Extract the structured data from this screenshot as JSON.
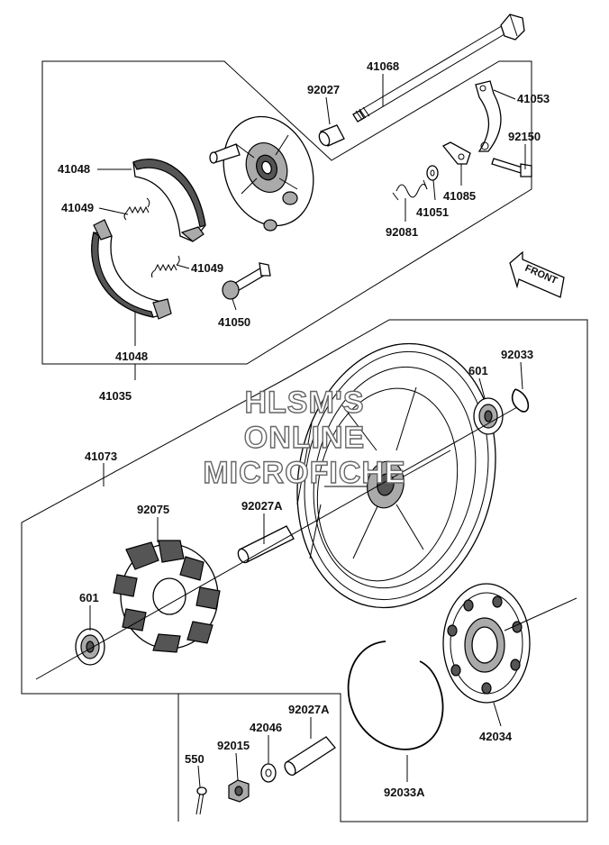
{
  "watermark": {
    "line1": "HLSM'S",
    "line2": "ONLINE",
    "line3": "MICROFICHE"
  },
  "front_arrow": {
    "label": "FRONT"
  },
  "labels": {
    "p41068": "41068",
    "p92027": "92027",
    "p41053": "41053",
    "p92150": "92150",
    "p41048_top": "41048",
    "p41049_top": "41049",
    "p41049_bottom": "41049",
    "p41050": "41050",
    "p41048_bottom": "41048",
    "p41035": "41035",
    "p92081": "92081",
    "p41051": "41051",
    "p41085": "41085",
    "p601_right": "601",
    "p92033": "92033",
    "p41073": "41073",
    "p92075": "92075",
    "p92027A_mid": "92027A",
    "p601_left": "601",
    "p42034": "42034",
    "p92033A": "92033A",
    "p92027A_low": "92027A",
    "p42046": "42046",
    "p92015": "92015",
    "p550": "550"
  }
}
